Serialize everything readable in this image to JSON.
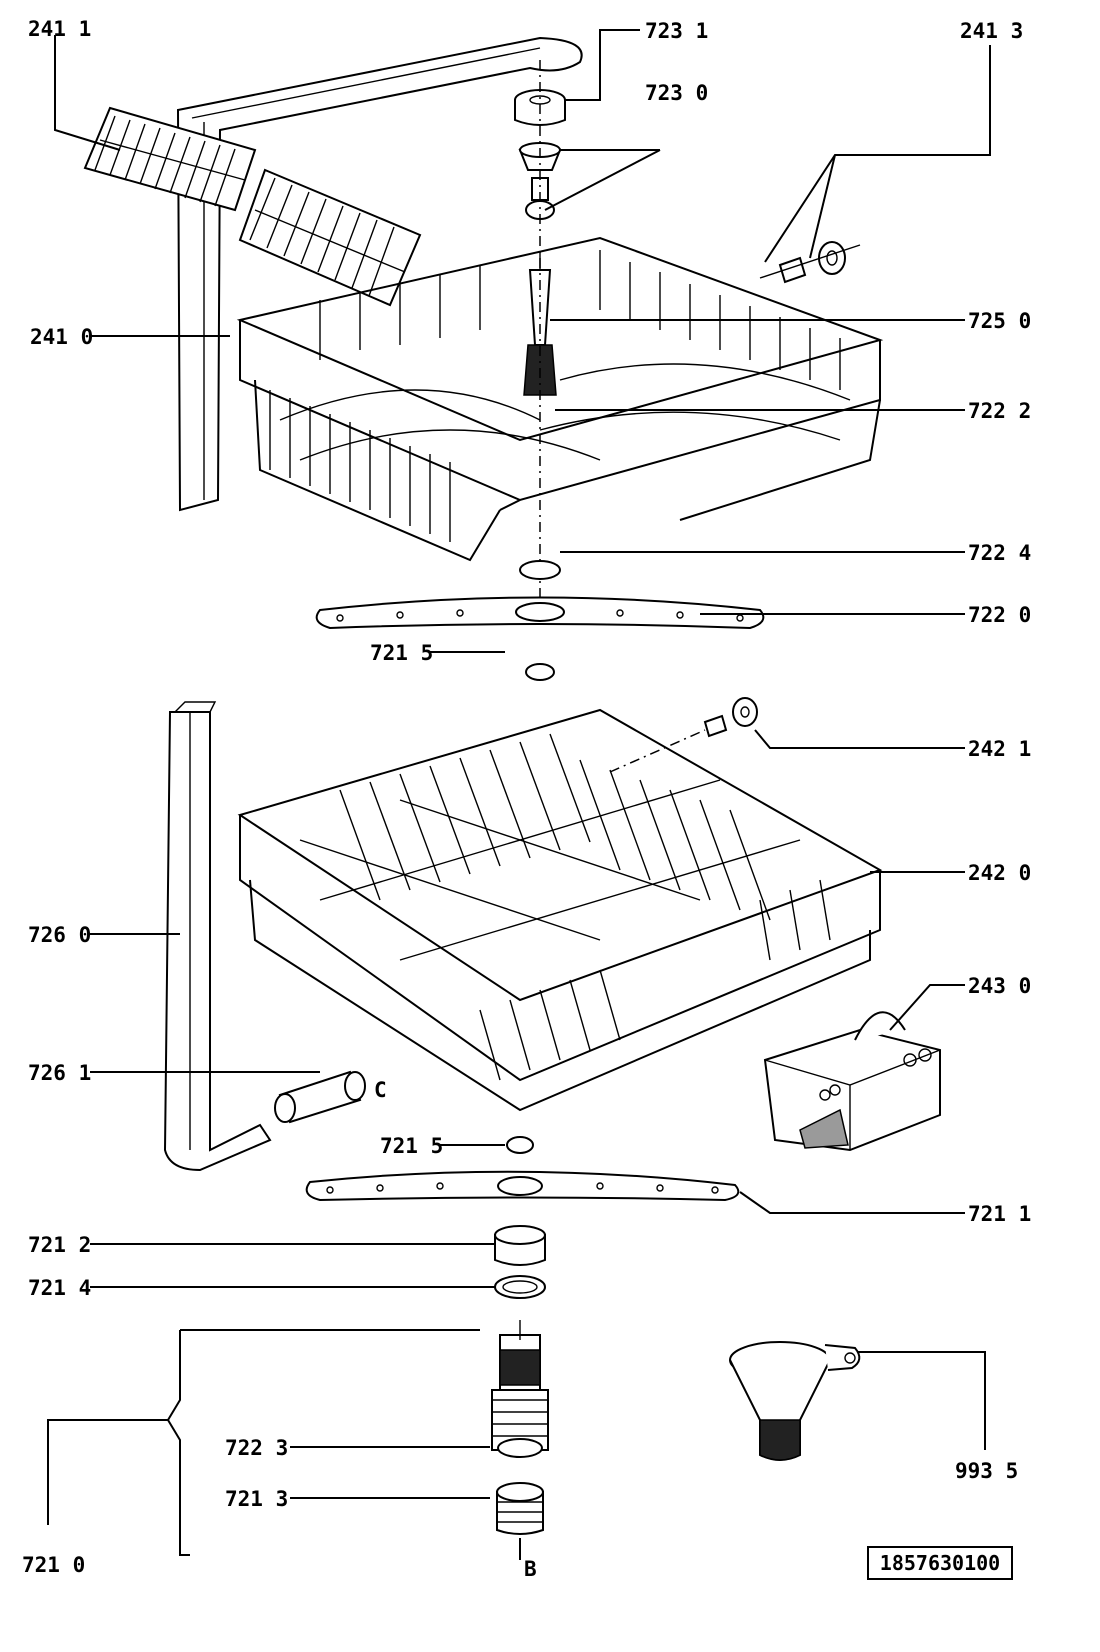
{
  "diagram": {
    "labels": [
      {
        "key": "l2411",
        "text": "241 1"
      },
      {
        "key": "l7231",
        "text": "723 1"
      },
      {
        "key": "l2413",
        "text": "241 3"
      },
      {
        "key": "l7230",
        "text": "723 0"
      },
      {
        "key": "l2410",
        "text": "241 0"
      },
      {
        "key": "l7250",
        "text": "725 0"
      },
      {
        "key": "l7222",
        "text": "722 2"
      },
      {
        "key": "l7224",
        "text": "722 4"
      },
      {
        "key": "l7220",
        "text": "722 0"
      },
      {
        "key": "l7215a",
        "text": "721 5"
      },
      {
        "key": "l2421",
        "text": "242 1"
      },
      {
        "key": "l2420",
        "text": "242 0"
      },
      {
        "key": "l7260",
        "text": "726 0"
      },
      {
        "key": "l2430",
        "text": "243 0"
      },
      {
        "key": "l7261",
        "text": "726 1"
      },
      {
        "key": "lC",
        "text": "C"
      },
      {
        "key": "l7215b",
        "text": "721 5"
      },
      {
        "key": "l7211",
        "text": "721 1"
      },
      {
        "key": "l7212",
        "text": "721 2"
      },
      {
        "key": "l7214",
        "text": "721 4"
      },
      {
        "key": "l7223",
        "text": "722 3"
      },
      {
        "key": "l7213",
        "text": "721 3"
      },
      {
        "key": "l9935",
        "text": "993 5"
      },
      {
        "key": "l7210",
        "text": "721 0"
      },
      {
        "key": "lB",
        "text": "B"
      }
    ],
    "drawing_number": "1857630100"
  }
}
